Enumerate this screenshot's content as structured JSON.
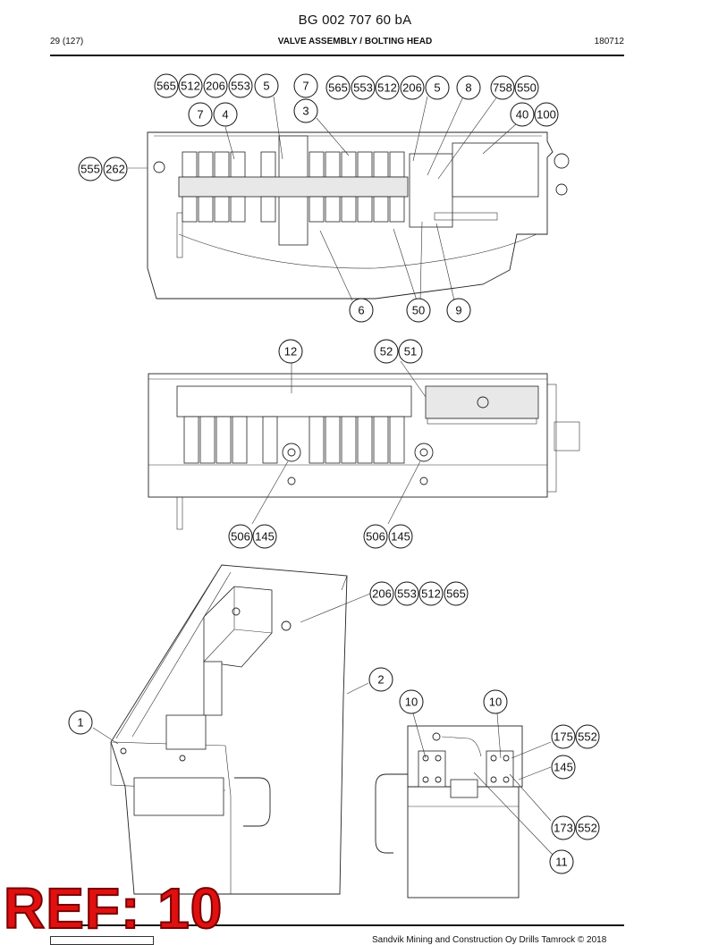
{
  "header": {
    "doc_id": "BG 002 707 60 bA",
    "page": "29 (127)",
    "section": "VALVE ASSEMBLY / BOLTING HEAD",
    "date_code": "180712"
  },
  "stamp": {
    "text": "REF: 10",
    "color": "#e01010"
  },
  "footer": {
    "text": "Sandvik Mining and Construction Oy Drills Tamrock © 2018"
  },
  "callouts": {
    "top": [
      "565",
      "512",
      "206",
      "553",
      "5",
      "7",
      "565",
      "553",
      "512",
      "206",
      "5",
      "8",
      "758",
      "550",
      "7",
      "4",
      "3",
      "40",
      "100",
      "555",
      "262",
      "6",
      "50",
      "9"
    ],
    "middle": [
      "12",
      "52",
      "51",
      "506",
      "145",
      "506",
      "145"
    ],
    "bottom": [
      "206",
      "553",
      "512",
      "565",
      "2",
      "1",
      "10",
      "10",
      "175",
      "552",
      "145",
      "173",
      "552",
      "11"
    ]
  }
}
